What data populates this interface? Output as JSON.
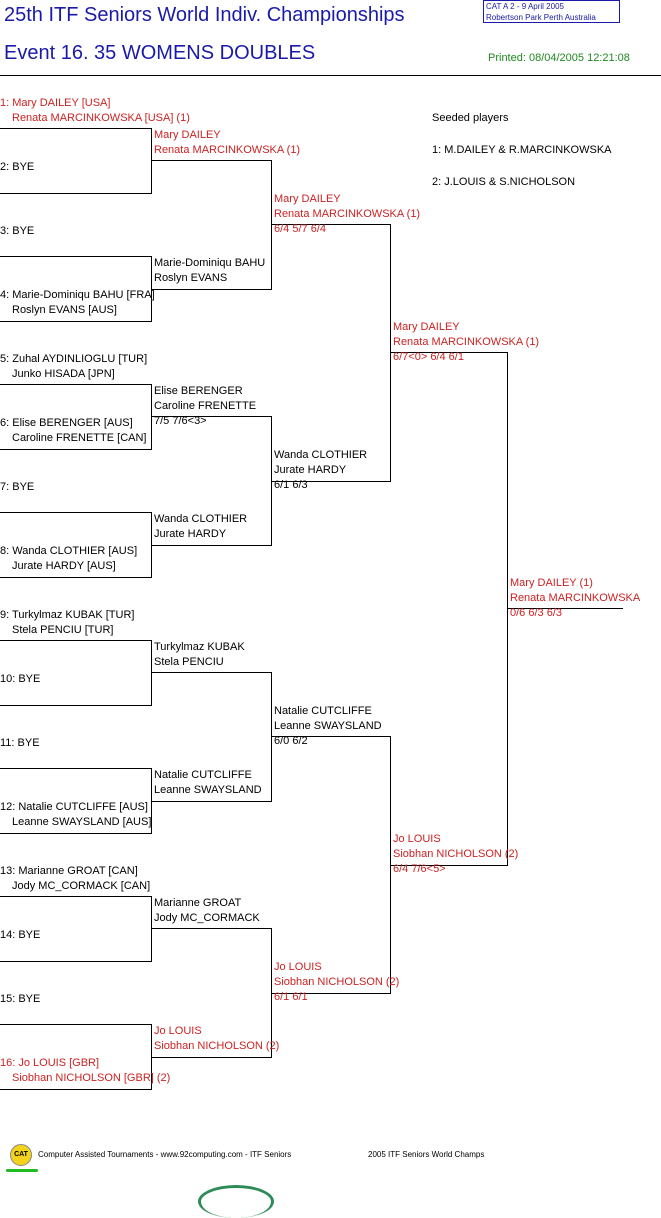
{
  "header": {
    "title": "25th ITF Seniors World Indiv. Championships",
    "event": "Event 16. 35 WOMENS DOUBLES",
    "printed": "Printed: 08/04/2005 12:21:08",
    "cat_line1": "CAT A   2 - 9 April 2005",
    "cat_line2": "Robertson Park Perth    Australia"
  },
  "seeded": {
    "title": "Seeded players",
    "s1": "1: M.DAILEY & R.MARCINKOWSKA",
    "s2": "2: J.LOUIS & S.NICHOLSON"
  },
  "draw": [
    {
      "a": "1: Mary DAILEY [USA]",
      "b": "Renata MARCINKOWSKA [USA] (1)"
    },
    {
      "a": "2: BYE",
      "b": ""
    },
    {
      "a": "3: BYE",
      "b": ""
    },
    {
      "a": "4: Marie-Dominiqu BAHU [FRA]",
      "b": "Roslyn EVANS [AUS]"
    },
    {
      "a": "5: Zuhal AYDINLIOGLU [TUR]",
      "b": "Junko HISADA [JPN]"
    },
    {
      "a": "6: Elise BERENGER [AUS]",
      "b": "Caroline FRENETTE [CAN]"
    },
    {
      "a": "7: BYE",
      "b": ""
    },
    {
      "a": "8: Wanda CLOTHIER [AUS]",
      "b": "Jurate HARDY [AUS]"
    },
    {
      "a": "9: Turkylmaz KUBAK [TUR]",
      "b": "Stela PENCIU [TUR]"
    },
    {
      "a": "10: BYE",
      "b": ""
    },
    {
      "a": "11: BYE",
      "b": ""
    },
    {
      "a": "12: Natalie CUTCLIFFE [AUS]",
      "b": "Leanne SWAYSLAND [AUS]"
    },
    {
      "a": "13: Marianne GROAT [CAN]",
      "b": "Jody MC_CORMACK [CAN]"
    },
    {
      "a": "14: BYE",
      "b": ""
    },
    {
      "a": "15: BYE",
      "b": ""
    },
    {
      "a": "16: Jo LOUIS [GBR]",
      "b": "Siobhan NICHOLSON [GBR] (2)"
    }
  ],
  "round2": [
    {
      "a": "Mary DAILEY",
      "b": "Renata MARCINKOWSKA (1)",
      "score": ""
    },
    {
      "a": "Marie-Dominiqu BAHU",
      "b": "Roslyn EVANS",
      "score": ""
    },
    {
      "a": "Elise BERENGER",
      "b": "Caroline FRENETTE",
      "score": "7/5 7/6<3>"
    },
    {
      "a": "Wanda CLOTHIER",
      "b": "Jurate HARDY",
      "score": ""
    },
    {
      "a": "Turkylmaz KUBAK",
      "b": "Stela PENCIU",
      "score": ""
    },
    {
      "a": "Natalie CUTCLIFFE",
      "b": "Leanne SWAYSLAND",
      "score": ""
    },
    {
      "a": "Marianne GROAT",
      "b": "Jody MC_CORMACK",
      "score": ""
    },
    {
      "a": "Jo LOUIS",
      "b": "Siobhan NICHOLSON (2)",
      "score": ""
    }
  ],
  "quarter": [
    {
      "a": "Mary DAILEY",
      "b": "Renata MARCINKOWSKA (1)",
      "score": "6/4 5/7 6/4"
    },
    {
      "a": "Wanda CLOTHIER",
      "b": "Jurate HARDY",
      "score": "6/1 6/3"
    },
    {
      "a": "Natalie CUTCLIFFE",
      "b": "Leanne SWAYSLAND",
      "score": "6/0 6/2"
    },
    {
      "a": "Jo LOUIS",
      "b": "Siobhan NICHOLSON (2)",
      "score": "6/1 6/1"
    }
  ],
  "semi": [
    {
      "a": "Mary DAILEY",
      "b": "Renata MARCINKOWSKA (1)",
      "score": "6/7<0> 6/4 6/1"
    },
    {
      "a": "Jo LOUIS",
      "b": "Siobhan NICHOLSON (2)",
      "score": "6/4 7/6<5>"
    }
  ],
  "final": {
    "a": "Mary DAILEY (1)",
    "b": "Renata MARCINKOWSKA",
    "score": "0/6 6/3 6/3"
  },
  "footer": {
    "logo": "CAT",
    "text1": "Computer Assisted Tournaments - www.92computing.com -  ITF Seniors",
    "text2": "2005 ITF Seniors World Champs"
  },
  "colors": {
    "title": "#1a1aa8",
    "winner": "#cc2222",
    "printed": "#228822"
  }
}
